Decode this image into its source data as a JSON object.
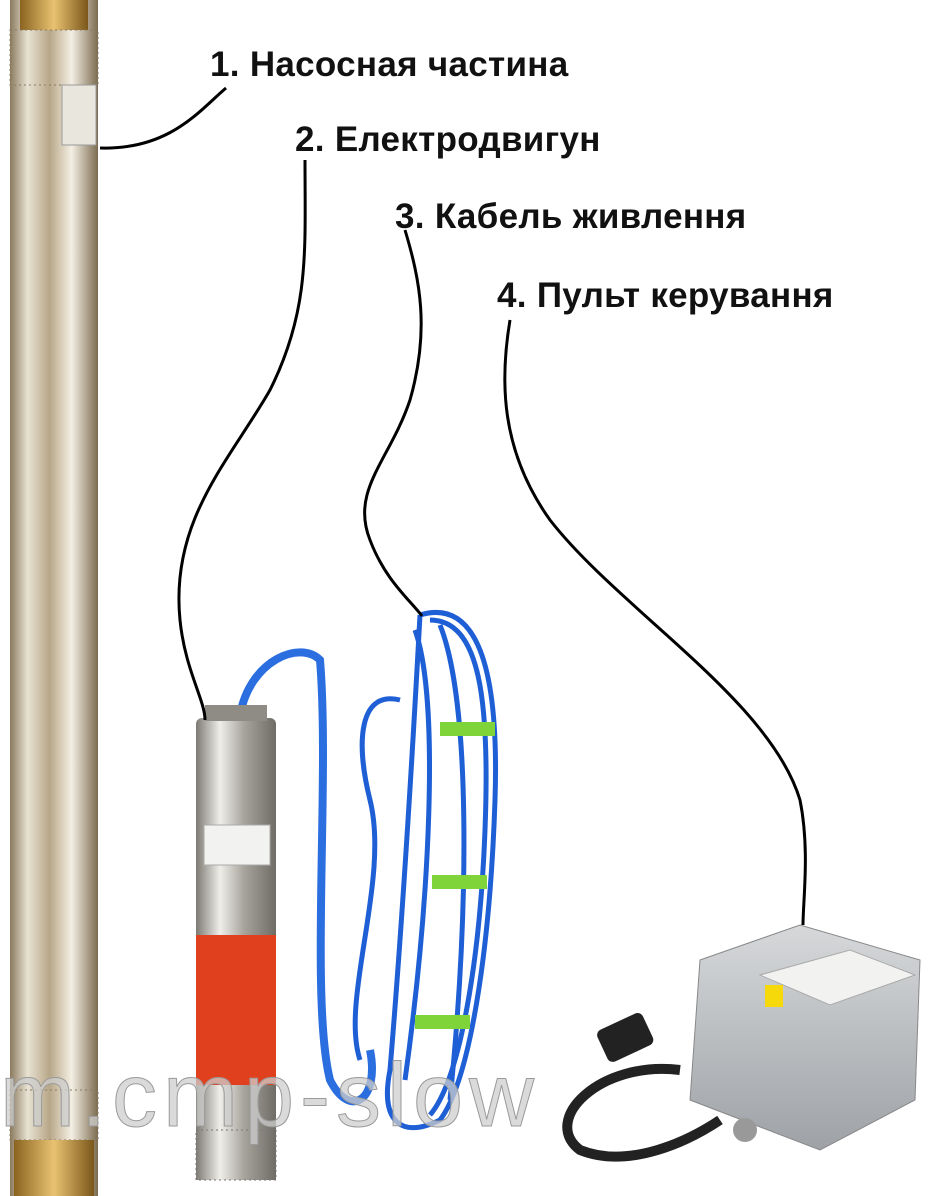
{
  "labels": [
    {
      "number": "1.",
      "text": "Насосная частина"
    },
    {
      "number": "2.",
      "text": "Електродвигун"
    },
    {
      "number": "3.",
      "text": "Кабель живлення"
    },
    {
      "number": "4.",
      "text": "Пульт керування"
    }
  ],
  "watermark": "m.cmp-slow",
  "colors": {
    "cable": "#1f5fd6",
    "tape": "#7fd43a",
    "label_band": "#e0401e",
    "box": "#b8bcc0",
    "steel": "#cfc9bd"
  }
}
